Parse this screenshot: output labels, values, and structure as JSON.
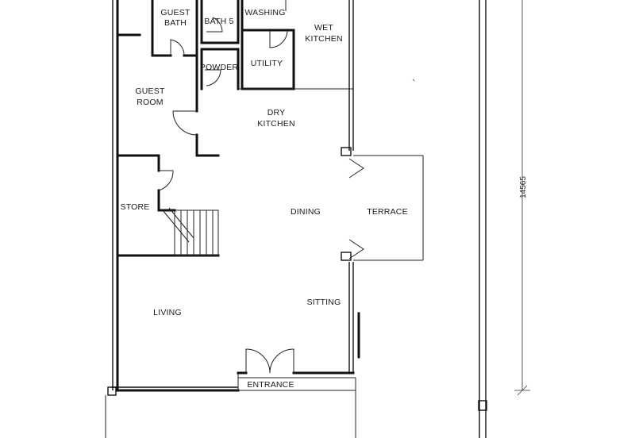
{
  "rooms": {
    "guest_bath_line1": "GUEST",
    "guest_bath_line2": "BATH",
    "bath5": "BATH 5",
    "washing": "WASHING",
    "wet_kitchen_line1": "WET",
    "wet_kitchen_line2": "KITCHEN",
    "powder": "POWDER",
    "utility": "UTILITY",
    "guest_room_line1": "GUEST",
    "guest_room_line2": "ROOM",
    "dry_kitchen_line1": "DRY",
    "dry_kitchen_line2": "KITCHEN",
    "store": "STORE",
    "dining": "DINING",
    "terrace": "TERRACE",
    "sitting": "SITTING",
    "living": "LIVING",
    "entrance": "ENTRANCE"
  },
  "dimensions": {
    "overall_depth": "14565"
  }
}
